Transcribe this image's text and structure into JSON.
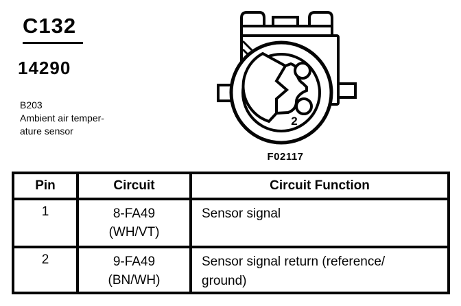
{
  "header": {
    "connector_id": "C132",
    "part_number": "14290",
    "component_code": "B203",
    "component_name_lines": [
      "Ambient air temper-",
      "ature sensor"
    ]
  },
  "figure": {
    "caption": "F02117",
    "pin2_label": "2"
  },
  "table": {
    "headers": [
      "Pin",
      "Circuit",
      "Circuit Function"
    ],
    "rows": [
      {
        "pin": "1",
        "circuit_lines": [
          "8-FA49",
          "(WH/VT)"
        ],
        "function_lines": [
          "Sensor signal"
        ]
      },
      {
        "pin": "2",
        "circuit_lines": [
          "9-FA49",
          "(BN/WH)"
        ],
        "function_lines": [
          "Sensor signal return (reference/",
          "ground)"
        ]
      }
    ]
  },
  "colors": {
    "ink": "#050505",
    "paper": "#ffffff"
  }
}
